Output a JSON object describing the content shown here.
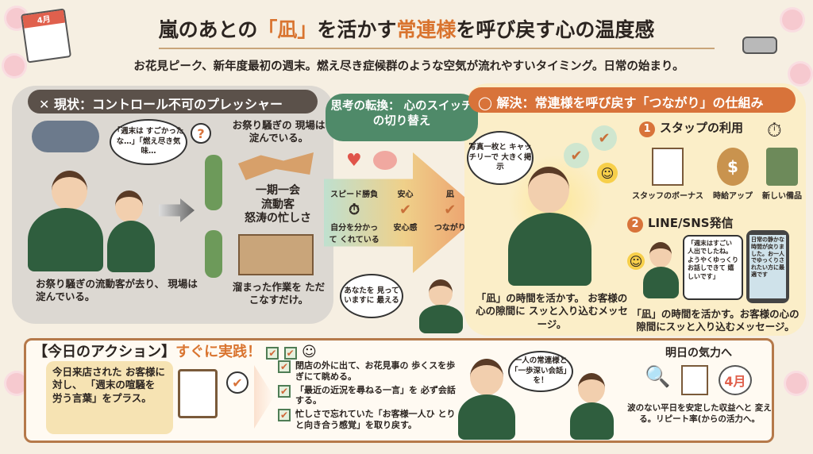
{
  "header": {
    "title_pre": "嵐のあとの",
    "title_hl1": "「凪」",
    "title_mid": "を活かす",
    "title_hl2": "常連様",
    "title_post": "を呼び戻す心の温度感",
    "subtitle": "お花見ピーク、新年度最初の週末。燃え尽き症候群のような空気が流れやすいタイミング。日常の始まり。",
    "calendar_month": "4月"
  },
  "current": {
    "header": "✕ 現状：コントロール不可のプレッシャー",
    "thought": "「週末は すごかったな…」「燃え尽き気味…",
    "question": "?",
    "caption_top": "お祭り騒ぎの 現場は淀んでいる。",
    "keywords": [
      "一期一会",
      "流動客",
      "怒涛の忙しさ"
    ],
    "caption_left": "お祭り騒ぎの流動客が去り、 現場は淀んでいる。",
    "caption_right": "溜まった作業を ただこなすだけ。"
  },
  "shift": {
    "bubble": "思考の転換： 心のスイッチの切り替え",
    "steps": [
      {
        "label": "スピード勝負",
        "sub": "自分を分かって くれている"
      },
      {
        "label": "安心",
        "sub": "安心感"
      },
      {
        "label": "凪",
        "sub": "つながり"
      }
    ],
    "speech": "あなたを 見っていますに 最える"
  },
  "solution": {
    "header": "◯ 解決：常連様を呼び戻す「つながり」の仕組み",
    "speech": "写真一枚と キャッチリーで 大きく掲示",
    "caption_left": "「凪」の時間を活かす。 お客様の心の隙間に スッと入り込むメッセージ。",
    "item1": {
      "num": "1",
      "title": "スタップの利用",
      "icons": [
        "スタッフのボーナス",
        "時給アップ",
        "新しい備品"
      ]
    },
    "item2": {
      "num": "2",
      "title": "LINE/SNS発信",
      "speech": "「週末はすごい 人出でしたね。 ようやくゆっくり お話しできて 嬉しいです」",
      "phone": "日常の静かな時間が戻りました。お一人でゆっくりされたい方に最適です"
    },
    "caption_right": "「凪」の時間を活かす。お客様の心の 隙間にスッと入り込むメッセージ。"
  },
  "action": {
    "title": "【今日のアクション】",
    "title_hl": "すぐに実践！",
    "box": "今日来店された お客様に対し、 「週末の喧騒を 労う言葉」をプラス。",
    "checks": [
      "閉店の外に出て、お花見事の 歩くスを歩ぎにて眺める。",
      "「最近の近況を尋ねる一言」を 必ず会話する。",
      "忙しさで忘れていた「お客様一人ひ とりと向き合う感覚」を取り戻す。"
    ],
    "speech": "一人の常連様と 「一歩深い会話」 を！",
    "tomorrow_title": "明日の気力へ",
    "tomorrow_month": "4月",
    "tomorrow_text": "波のない平日を安定した収益へと 変える。リピート率(からの活力へ。"
  },
  "colors": {
    "accent": "#d9742f",
    "green": "#4f8a69",
    "dark": "#5b514a",
    "background": "#f6efe2"
  }
}
